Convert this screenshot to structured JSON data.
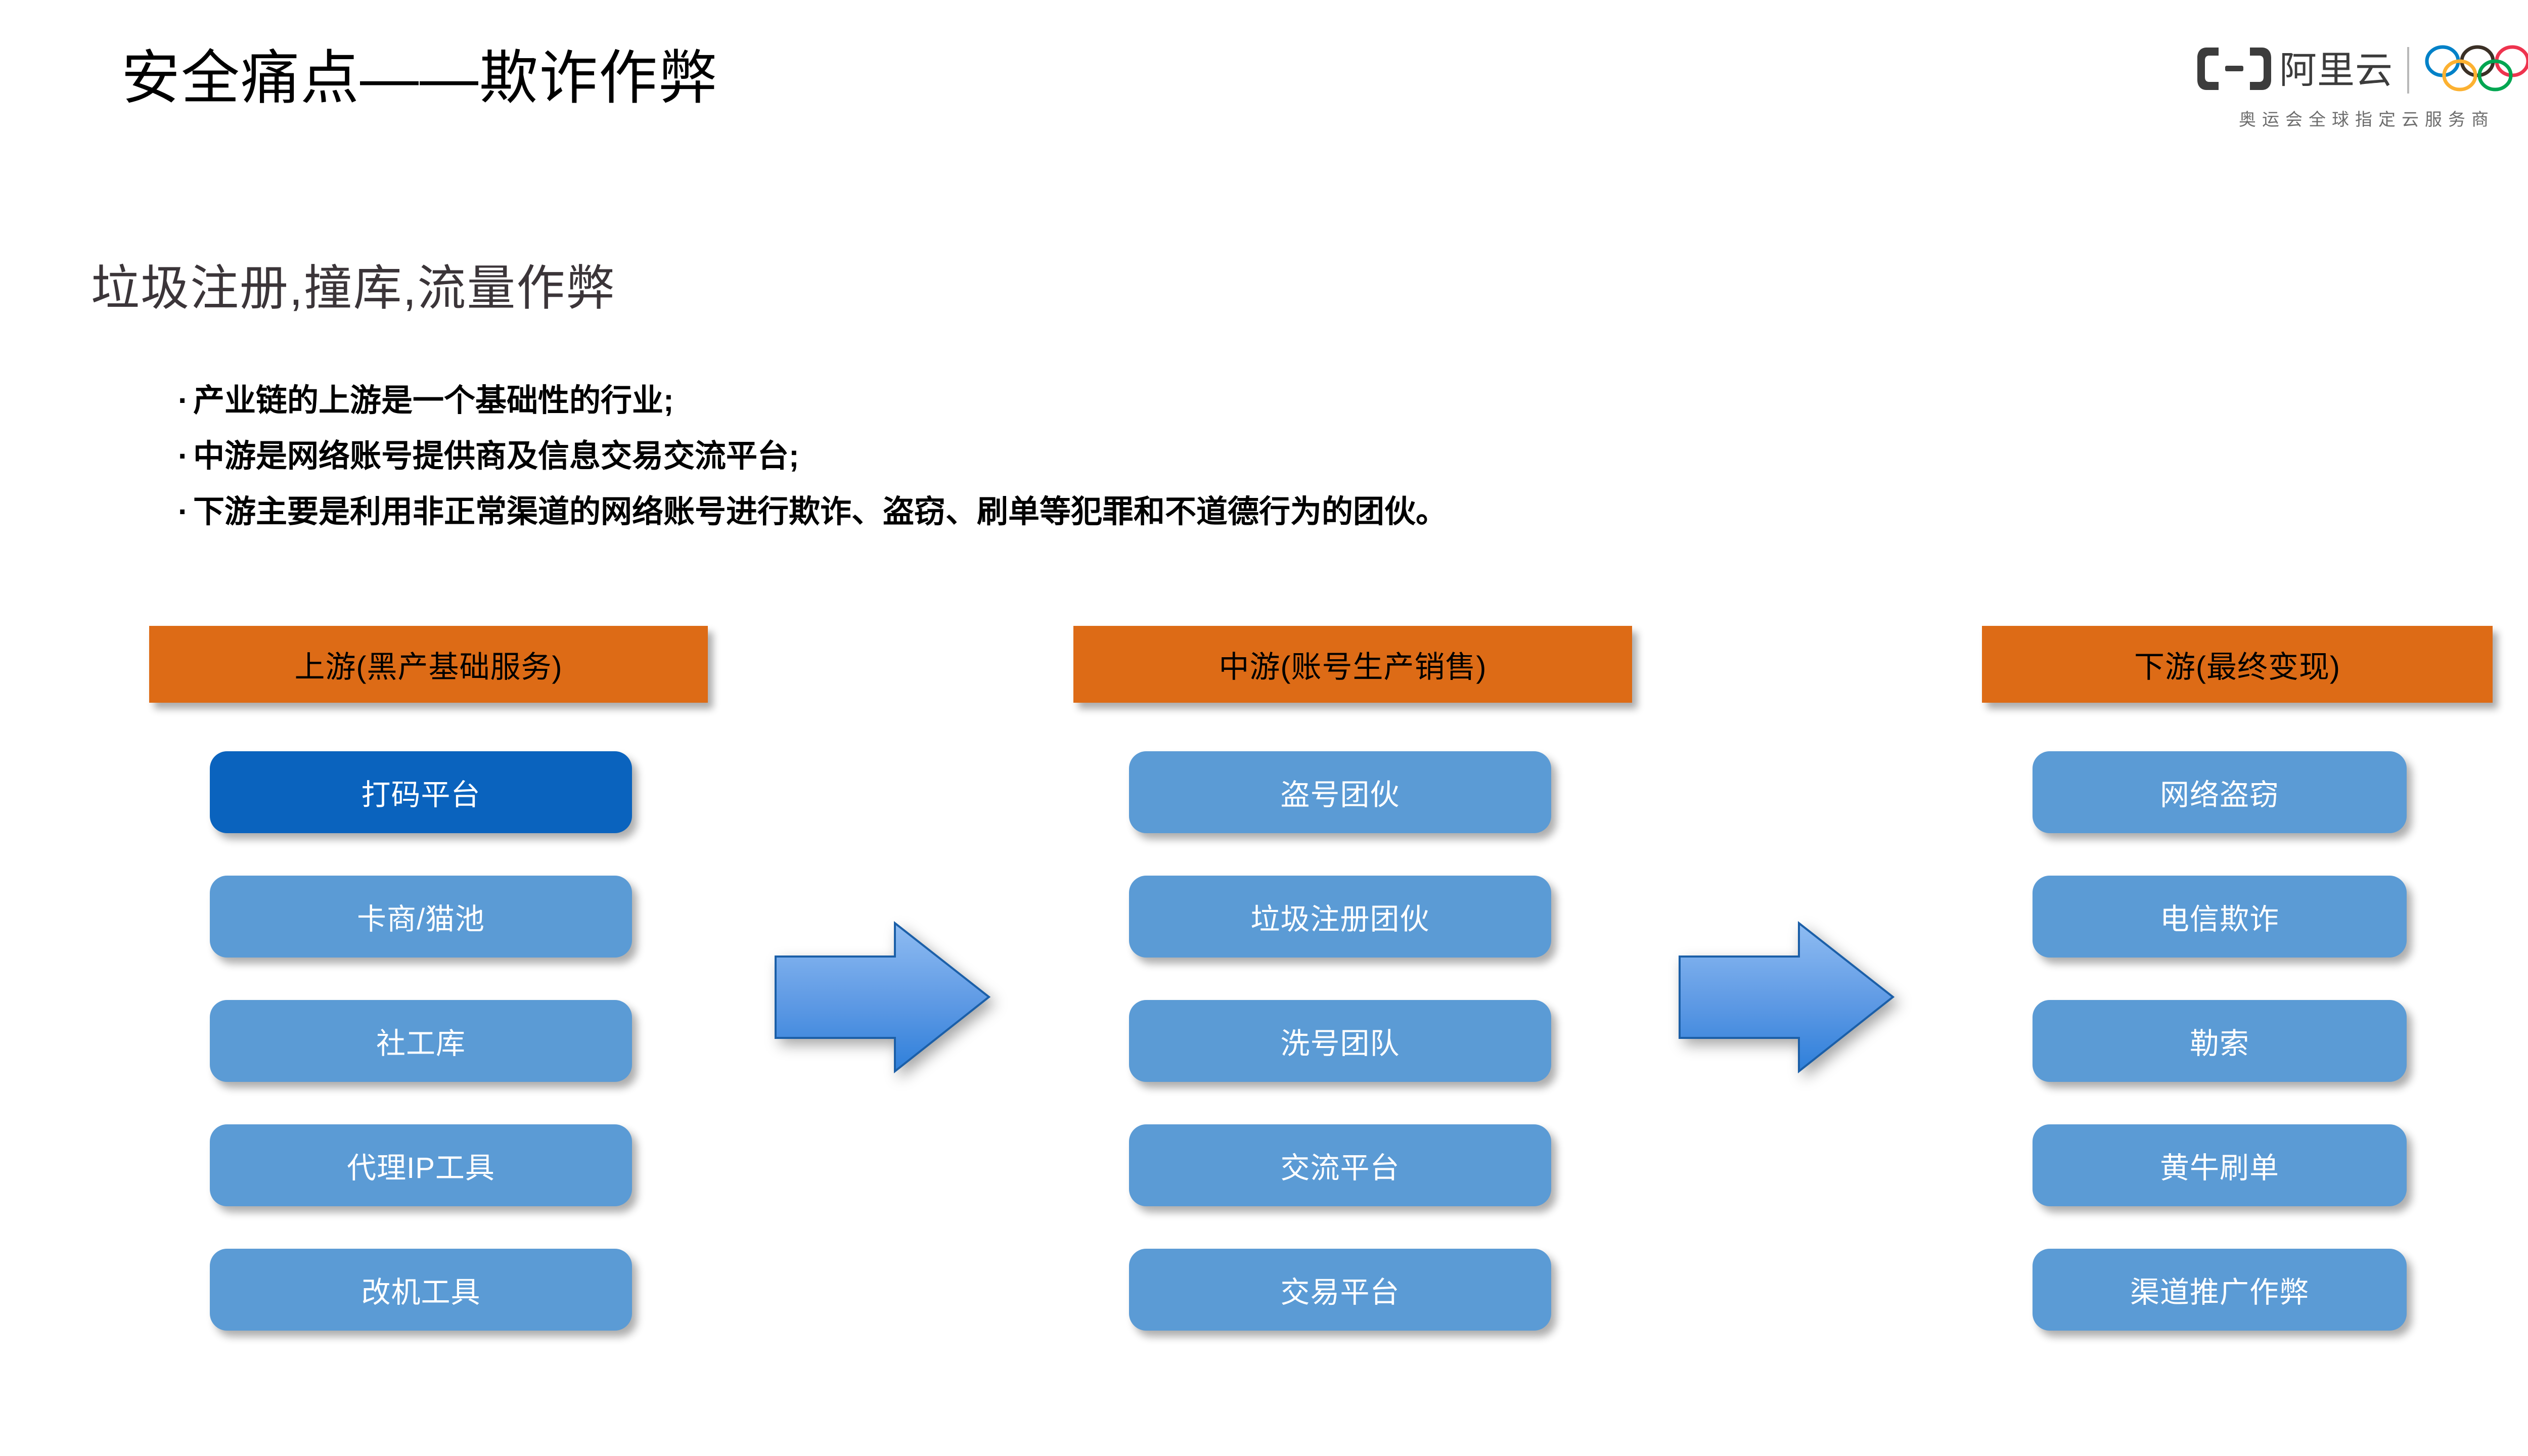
{
  "header": {
    "title": "安全痛点——欺诈作弊",
    "brand": {
      "name": "阿里云",
      "tagline": "奥运会全球指定云服务商",
      "mark_icon": "aliyun-bracket-icon",
      "rings_icon": "olympic-rings-icon"
    }
  },
  "subhead": "垃圾注册,撞库,流量作弊",
  "bullets": [
    "产业链的上游是一个基础性的行业;",
    "中游是网络账号提供商及信息交易交流平台;",
    "下游主要是利用非正常渠道的网络账号进行欺诈、盗窃、刷单等犯罪和不道德行为的团伙。"
  ],
  "pipeline": {
    "columns": [
      {
        "header": "上游(黑产基础服务)",
        "items": [
          {
            "label": "打码平台",
            "highlight": true
          },
          {
            "label": "卡商/猫池",
            "highlight": false
          },
          {
            "label": "社工库",
            "highlight": false
          },
          {
            "label": "代理IP工具",
            "highlight": false
          },
          {
            "label": "改机工具",
            "highlight": false
          }
        ]
      },
      {
        "header": "中游(账号生产销售)",
        "items": [
          {
            "label": "盗号团伙",
            "highlight": false
          },
          {
            "label": "垃圾注册团伙",
            "highlight": false
          },
          {
            "label": "洗号团队",
            "highlight": false
          },
          {
            "label": "交流平台",
            "highlight": false
          },
          {
            "label": "交易平台",
            "highlight": false
          }
        ]
      },
      {
        "header": "下游(最终变现)",
        "items": [
          {
            "label": "网络盗窃",
            "highlight": false
          },
          {
            "label": "电信欺诈",
            "highlight": false
          },
          {
            "label": "勒索",
            "highlight": false
          },
          {
            "label": "黄牛刷单",
            "highlight": false
          },
          {
            "label": "渠道推广作弊",
            "highlight": false
          }
        ]
      }
    ],
    "arrows": [
      "right-arrow-icon",
      "right-arrow-icon"
    ]
  },
  "colors": {
    "header_orange": "#DD6B16",
    "node_blue": "#5B9BD5",
    "node_highlight_blue": "#0A63BE",
    "arrow_blue_light": "#7FB2EC",
    "arrow_blue_dark": "#2E7FDA",
    "arrow_stroke": "#1B5FA8",
    "title_black": "#000000",
    "subhead_gray": "#3B3539"
  }
}
